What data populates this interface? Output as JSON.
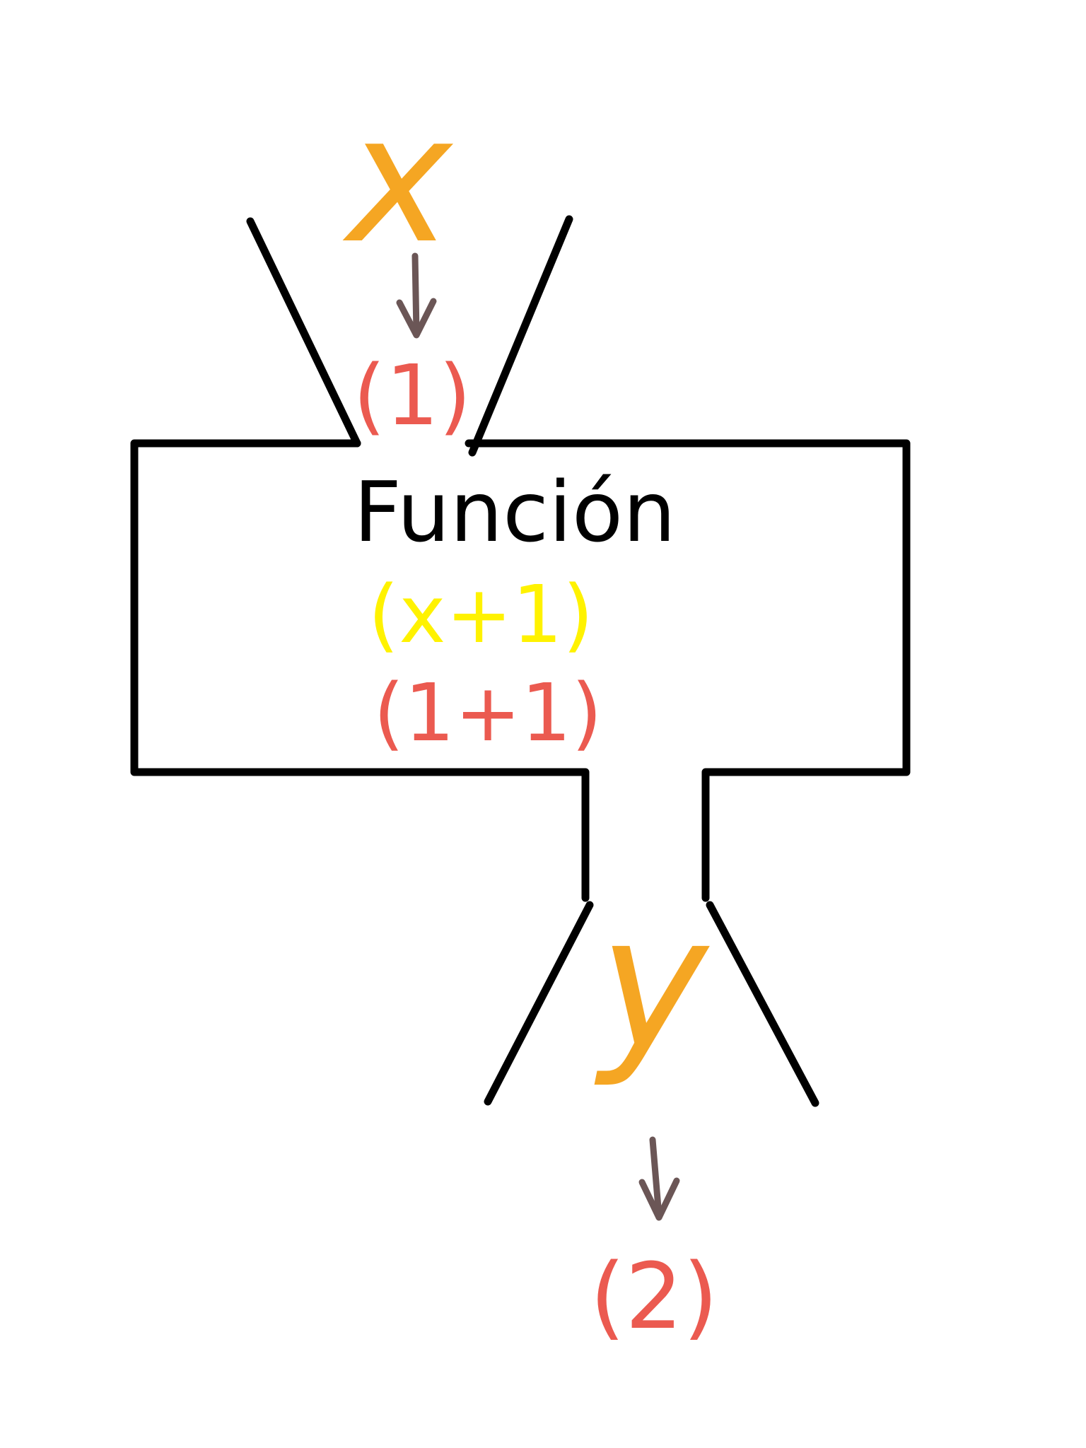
{
  "diagram": {
    "input_variable": "x",
    "input_value": "(1)",
    "function_title": "Función",
    "function_rule": "(x+1)",
    "function_substitution": "(1+1)",
    "output_variable": "y",
    "output_value": "(2)",
    "arrow_glyph": "↓"
  },
  "colors": {
    "outline": "#000000",
    "variable": "#F5A623",
    "value": "#EB5A50",
    "rule": "#FFF200",
    "arrow": "#6B5656"
  }
}
